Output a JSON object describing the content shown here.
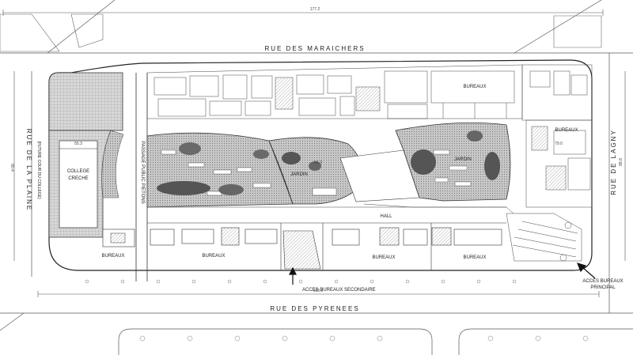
{
  "streets": {
    "north": "RUE DES MARAICHERS",
    "south": "RUE DES PYRENEES",
    "east": "RUE DE LAGNY",
    "west": "RUE DE LA PLAINE",
    "west_sub": "(FUTURE COUR DU COLLEGE)"
  },
  "spaces": {
    "college": [
      "COLLEGE",
      "CRECHE"
    ],
    "passage": "PASSAGE PUBLIC PIETONS",
    "jardin_1": "JARDIN",
    "jardin_2": "JARDIN",
    "hall": "HALL",
    "bureaux": [
      "BUREAUX",
      "BUREAUX",
      "BUREAUX",
      "BUREAUX",
      "BUREAUX",
      "BUREAUX"
    ]
  },
  "accesses": {
    "secondary": "ACCES BUREAUX SECONDAIRE",
    "main_1": "ACCES BUREAUX",
    "main_2": "PRINCIPAL"
  },
  "dimensions": {
    "top": "177.2",
    "bottom": "165.2",
    "left": "80.4",
    "right": "88.8",
    "level_a": "55.3",
    "level_b": "94.3",
    "level_c": "79.0"
  },
  "colors": {
    "line": "#333333",
    "garden": "#b9b9b9",
    "garden_dark": "#5a5a5a",
    "hatch": "#9a9a9a"
  }
}
